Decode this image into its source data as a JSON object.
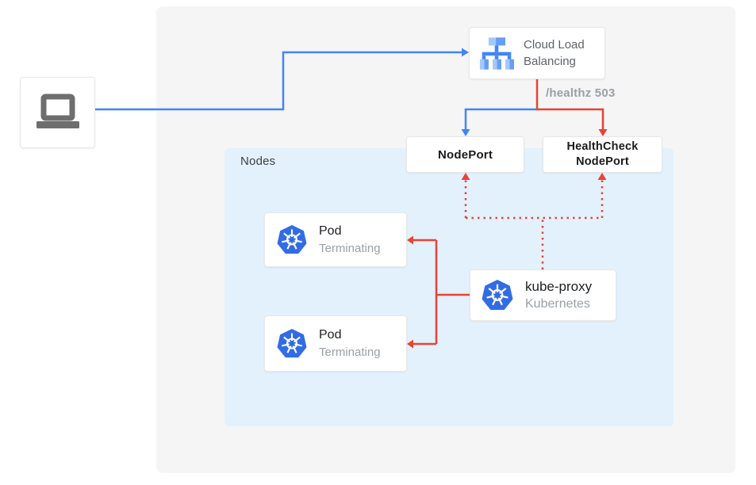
{
  "client": {
    "name": "laptop"
  },
  "load_balancer": {
    "line1": "Cloud Load",
    "line2": "Balancing"
  },
  "health_check_label": "/healthz 503",
  "nodes_panel": {
    "label": "Nodes"
  },
  "nodeport": {
    "label": "NodePort"
  },
  "healthcheck_nodeport": {
    "line1": "HealthCheck",
    "line2": "NodePort"
  },
  "pods": [
    {
      "title": "Pod",
      "status": "Terminating"
    },
    {
      "title": "Pod",
      "status": "Terminating"
    }
  ],
  "kube_proxy": {
    "title": "kube-proxy",
    "subtitle": "Kubernetes"
  },
  "colors": {
    "blue": "#4285f4",
    "red": "#e94335",
    "kubernetes_blue": "#326ce5",
    "white": "#ffffff",
    "nodes_bg": "#e3f1fc",
    "panel_bg": "#f5f5f6",
    "lb_icon_light": "#a5c8fa",
    "lb_icon_medium": "#669df6",
    "laptop_gray": "#6e6e6e"
  }
}
